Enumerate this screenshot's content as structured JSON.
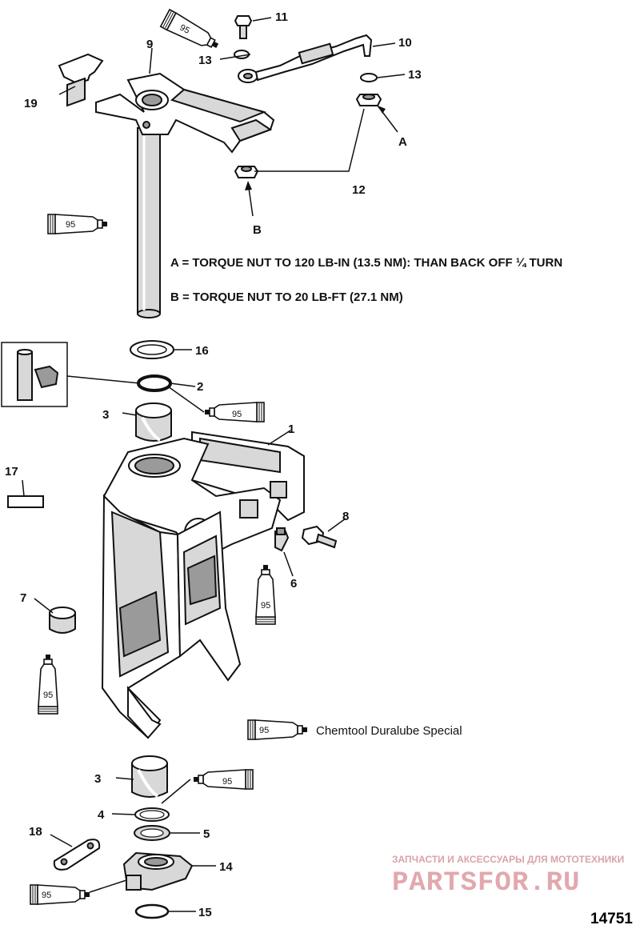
{
  "callouts": {
    "c1": "1",
    "c2": "2",
    "c3a": "3",
    "c3b": "3",
    "c4": "4",
    "c5": "5",
    "c6": "6",
    "c7": "7",
    "c8": "8",
    "c9": "9",
    "c10": "10",
    "c11": "11",
    "c12": "12",
    "c13a": "13",
    "c13b": "13",
    "c14": "14",
    "c15": "15",
    "c16": "16",
    "c17": "17",
    "c18": "18",
    "c19": "19",
    "cA": "A",
    "cB": "B"
  },
  "lube_code": "95",
  "notes": {
    "a": "A = TORQUE  NUT TO 120 LB-IN (13.5 NM): THAN BACK OFF ¼ TURN",
    "b": "B = TORQUE NUT TO 20 LB-FT (27.1 NM)"
  },
  "legend": {
    "label": "Chemtool Duralube Special"
  },
  "watermark": {
    "top": "ЗАПЧАСТИ И АКСЕССУАРЫ ДЛЯ МОТОТЕХНИКИ",
    "main": "PARTSFOR.RU",
    "color": "#e1a8ad"
  },
  "diagram_number": "14751"
}
